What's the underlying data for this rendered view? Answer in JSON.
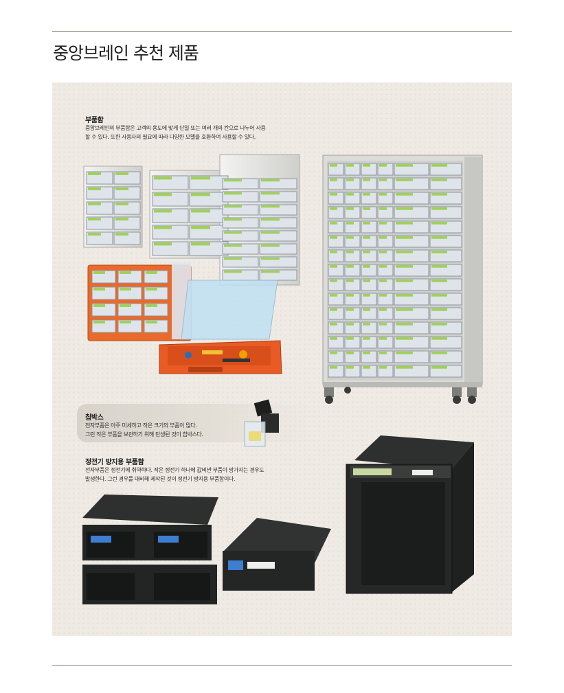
{
  "page": {
    "title": "중앙브레인 추천 제품"
  },
  "sections": {
    "parts_box": {
      "title": "부품함",
      "description": "중앙브레인의 부품함은 고객의 용도에 맞게 단일 또는 여러 개의 칸으로 나누어 사용\n할 수 있다. 또한 사용자의 필요에 따라 다양한 모델을 호환하여 사용할 수 있다."
    },
    "chip_box": {
      "title": "칩박스",
      "description": "전자부품은 아주 미세하고 작은 크기의 부품이 많다.\n그런 작은 부품을 보관하기 위해 탄생된 것이 칩박스다."
    },
    "esd_box": {
      "title": "정전기 방지용 부품함",
      "description": "전자부품은 정전기에 취약하다. 작은 정전기 하나에 값비싼 부품이 망가지는 경우도\n발생한다. 그런 경우를 대비해 제작된 것이 정전기 방지용 부품함이다."
    }
  },
  "colors": {
    "rule": "#8f8678",
    "panel": "#efebe4",
    "accent_green": "#9fd15a",
    "orange": "#ec6a2c",
    "black_box": "#2d302e"
  },
  "icons": {
    "stacked_cabinets": "stacked-drawer-cabinets",
    "tall_cabinet": "tall-drawer-cabinet",
    "orange_organizers": "orange-organizer-case",
    "chip_box": "chip-box",
    "esd_drawers": "antistatic-drawers"
  }
}
